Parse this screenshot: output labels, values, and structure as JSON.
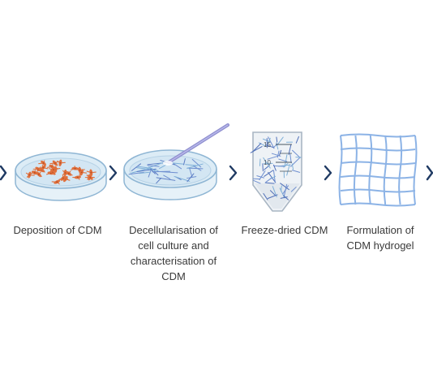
{
  "steps": [
    {
      "label": "Deposition of CDM",
      "icon": "petri-dish-with-cells-icon"
    },
    {
      "label": "Decellularisation of\ncell culture and\ncharacterisation of\nCDM",
      "icon": "petri-dish-with-pipette-icon"
    },
    {
      "label": "Freeze-dried CDM",
      "icon": "conical-tube-icon"
    },
    {
      "label": "Formulation of\nCDM hydrogel",
      "icon": "hydrogel-mesh-icon"
    }
  ],
  "tube_marks": [
    "15",
    "10"
  ],
  "colors": {
    "arrow": "#1f3a63",
    "dish_rim": "#8fb6d4",
    "dish_fill": "#dcecf6",
    "cells": "#e0703c",
    "fibers": "#6f8fd0",
    "mesh": "#8cb3e6"
  }
}
